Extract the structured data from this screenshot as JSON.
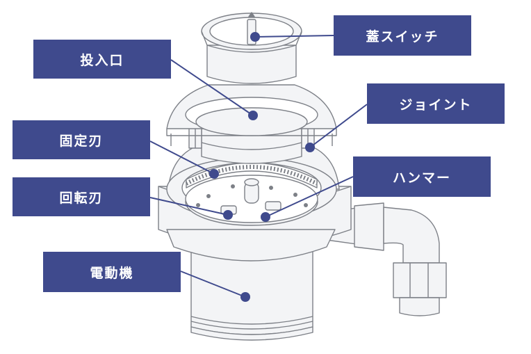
{
  "colors": {
    "callout_bg": "#3f4a8d",
    "callout_text": "#ffffff",
    "pointer": "#3f4a8d",
    "drawing_stroke": "#7d8087",
    "drawing_fill": "#f3f4f6"
  },
  "callouts": {
    "lid_switch": "蓋スイッチ",
    "inlet": "投入口",
    "joint": "ジョイント",
    "fixed_blade": "固定刃",
    "hammer": "ハンマー",
    "rotary_blade": "回転刃",
    "motor": "電動機"
  }
}
